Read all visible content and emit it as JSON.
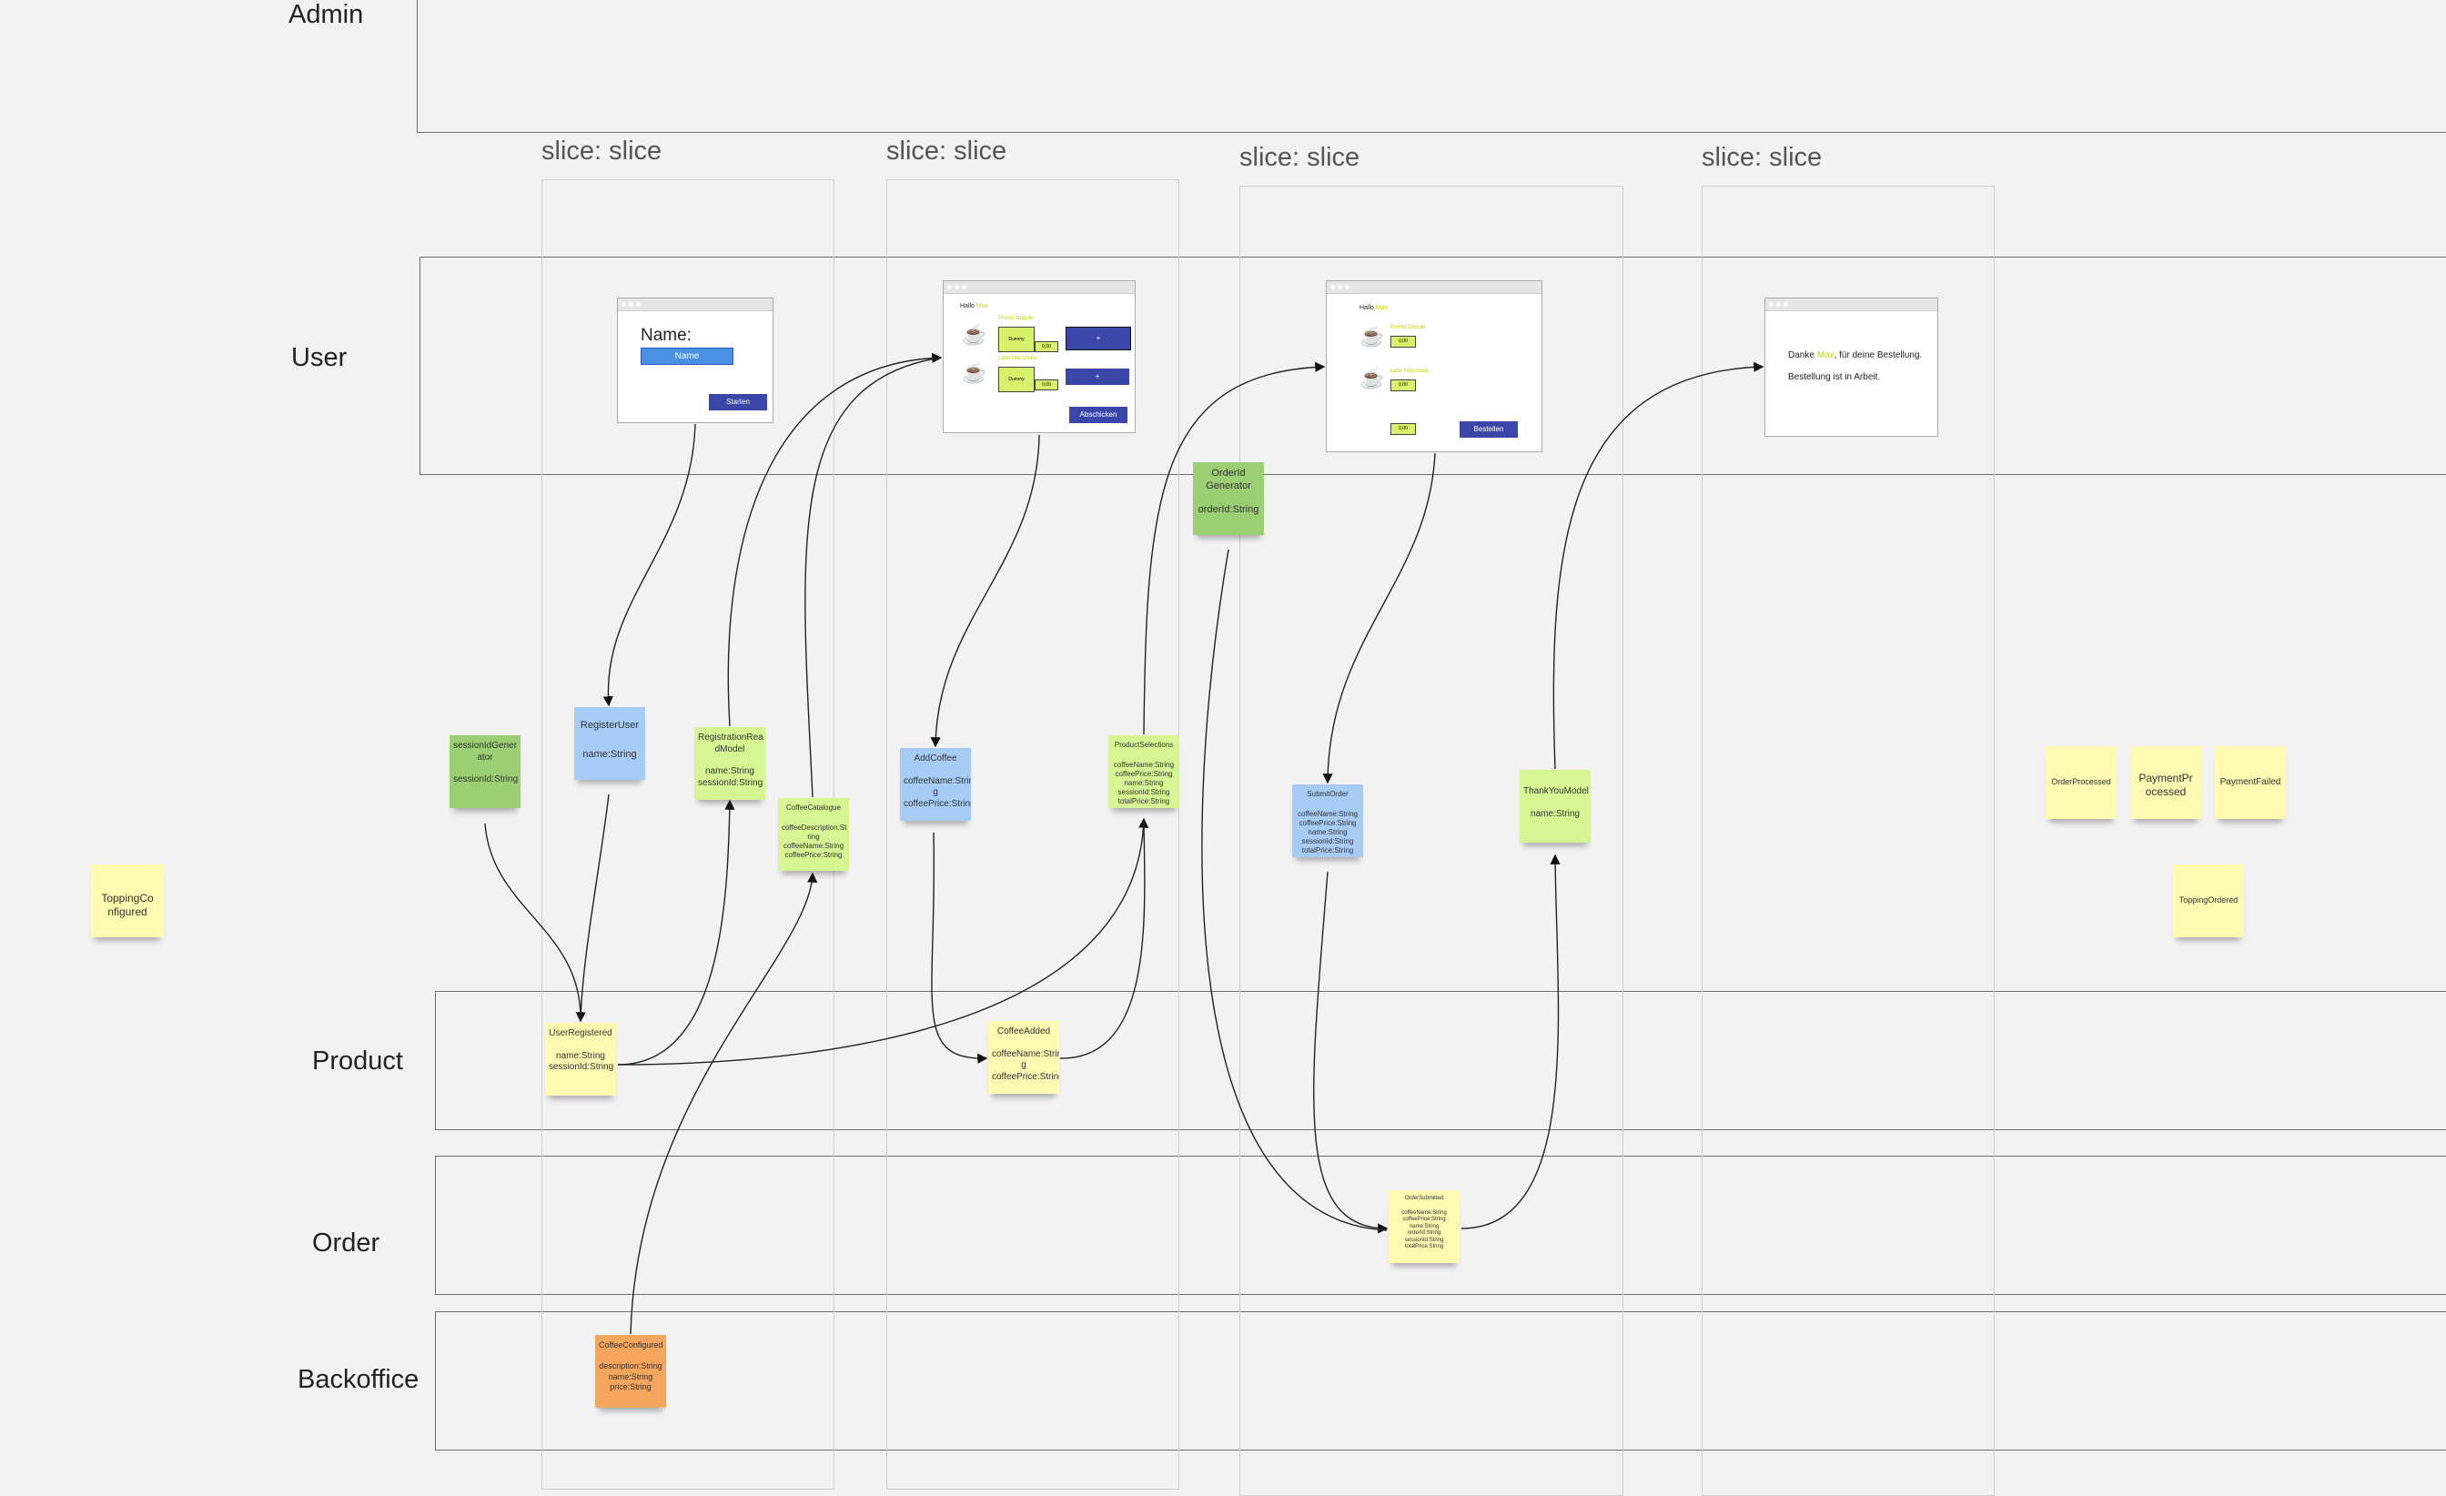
{
  "lanes": {
    "admin": "Admin",
    "user": "User",
    "product": "Product",
    "order": "Order",
    "backoffice": "Backoffice"
  },
  "slices": [
    "slice: slice",
    "slice: slice",
    "slice: slice",
    "slice: slice"
  ],
  "screens": {
    "register": {
      "name_label": "Name:",
      "name_input": "Name",
      "start_button": "Starten"
    },
    "select": {
      "greeting": "Hallo",
      "user": "Max",
      "item1": "Pronto Dopple",
      "item2": "Latte Macchiato",
      "dummy": "Dummy",
      "price": "0,00",
      "plus": "+",
      "finish_button": "Abschicken"
    },
    "order": {
      "greeting": "Hallo",
      "user": "Max",
      "item1": "Pronto Dopple",
      "item2": "Latte Macchiato",
      "price": "0,00",
      "total": "0,00",
      "order_button": "Bestellen"
    },
    "thanks": {
      "line1_prefix": "Danke",
      "user": "Max",
      "line1_suffix": ", für deine Bestellung.",
      "line2": "Bestellung ist in Arbeit."
    }
  },
  "notes": {
    "topping_configured": {
      "title": "ToppingCo\nnfigured"
    },
    "session_id_generator": {
      "title": "sessionIdGener\nator",
      "fields": "sessionId:String"
    },
    "register_user": {
      "title": "RegisterUser",
      "fields": "name:String"
    },
    "registration_read_model": {
      "title": "RegistrationRea\ndModel",
      "fields": "name:String\nsessionId:String"
    },
    "coffee_catalogue": {
      "title": "CoffeeCatalogue",
      "fields": "coffeeDescription:St\nring\ncoffeeName:String\ncoffeePrice:String"
    },
    "add_coffee": {
      "title": "AddCoffee",
      "fields": "coffeeName:Strin\ng\ncoffeePrice:String"
    },
    "order_id_generator": {
      "title": "OrderId\nGenerator",
      "fields": "orderId:String"
    },
    "product_selections": {
      "title": "ProductSelections",
      "fields": "coffeeName:String\ncoffeePrice:String\nname:String\nsessionId:String\ntotalPrice:String"
    },
    "submit_order": {
      "title": "SubmitOrder",
      "fields": "coffeeName:String\ncoffeePrice:String\nname:String\nsessionId:String\ntotalPrice:String"
    },
    "thank_you_model": {
      "title": "ThankYouModel",
      "fields": "name:String"
    },
    "order_processed": {
      "title": "OrderProcessed"
    },
    "payment_processed": {
      "title": "PaymentPr\nocessed"
    },
    "payment_failed": {
      "title": "PaymentFailed"
    },
    "topping_ordered": {
      "title": "ToppingOrdered"
    },
    "user_registered": {
      "title": "UserRegistered",
      "fields": "name:String\nsessionId:String"
    },
    "coffee_added": {
      "title": "CoffeeAdded",
      "fields": "coffeeName:Strin\ng\ncoffeePrice:String"
    },
    "order_submitted": {
      "title": "OrderSubmitted",
      "fields": "coffeeName:String\ncoffeePrice:String\nname:String\norderId:String\nsessionId:String\ntotalPrice:String"
    },
    "coffee_configured": {
      "title": "CoffeeConfigured",
      "fields": "description:String\nname:String\nprice:String"
    }
  },
  "colors": {
    "event": "#fff9b1",
    "command": "#a6ccf5",
    "processor": "#9ccf74",
    "read_model": "#d5f692",
    "external_event": "#f4a55e",
    "button": "#3b47a8"
  }
}
